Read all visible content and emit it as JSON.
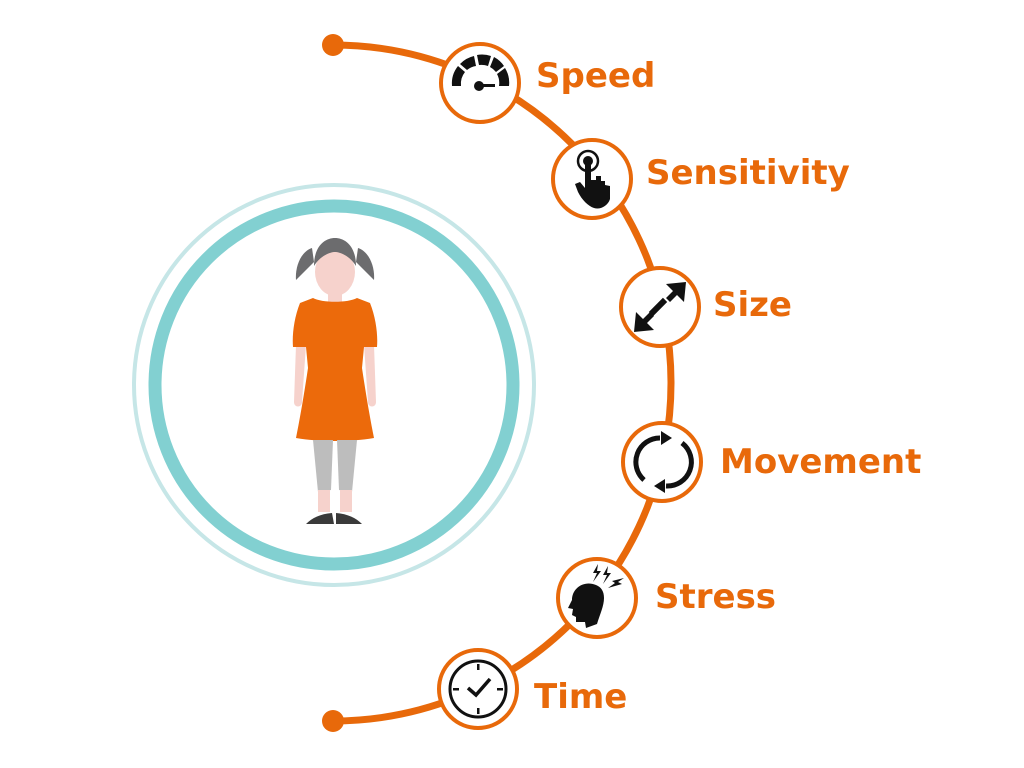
{
  "colors": {
    "accent": "#e8690a",
    "ring_inner": "#82d0d1",
    "ring_outer": "#c6e6e7",
    "icon": "#111111",
    "dress": "#ec6a0b",
    "skin": "#f6d2cc",
    "hair": "#6c6c6e",
    "leggings": "#bdbdbd",
    "shoes": "#3a3a3a"
  },
  "center_figure": {
    "subject": "girl",
    "description": "child standing in orange dress inside teal rings"
  },
  "factors": [
    {
      "label": "Speed",
      "icon": "speedometer-icon"
    },
    {
      "label": "Sensitivity",
      "icon": "touch-hand-icon"
    },
    {
      "label": "Size",
      "icon": "resize-arrows-icon"
    },
    {
      "label": "Movement",
      "icon": "refresh-cycle-icon"
    },
    {
      "label": "Stress",
      "icon": "stressed-head-icon"
    },
    {
      "label": "Time",
      "icon": "clock-icon"
    }
  ]
}
